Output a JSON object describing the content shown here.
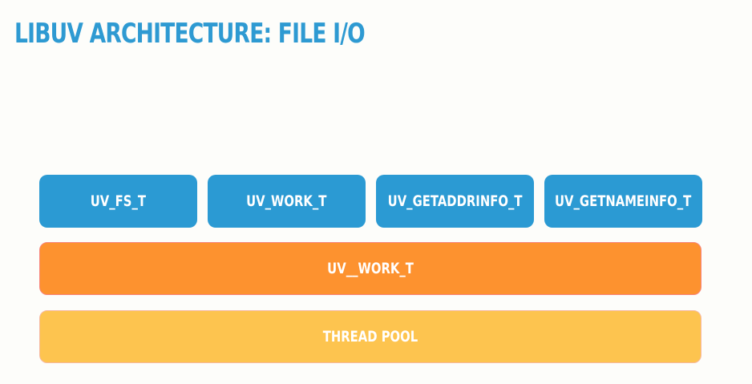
{
  "title": "LIBUV ARCHITECTURE: FILE I/O",
  "colors": {
    "title": "#2e9ad2",
    "request_boxes": "#2b9ad3",
    "work_layer": "#fd922f",
    "thread_pool_layer": "#fdc44f",
    "box_text": "#ffffff",
    "background": "#fdfdfa"
  },
  "request_types": [
    {
      "label": "UV_FS_T"
    },
    {
      "label": "UV_WORK_T"
    },
    {
      "label": "UV_GETADDRINFO_T"
    },
    {
      "label": "UV_GETNAMEINFO_T"
    }
  ],
  "work_layer": {
    "label": "UV__WORK_T"
  },
  "thread_pool_layer": {
    "label": "THREAD POOL"
  }
}
